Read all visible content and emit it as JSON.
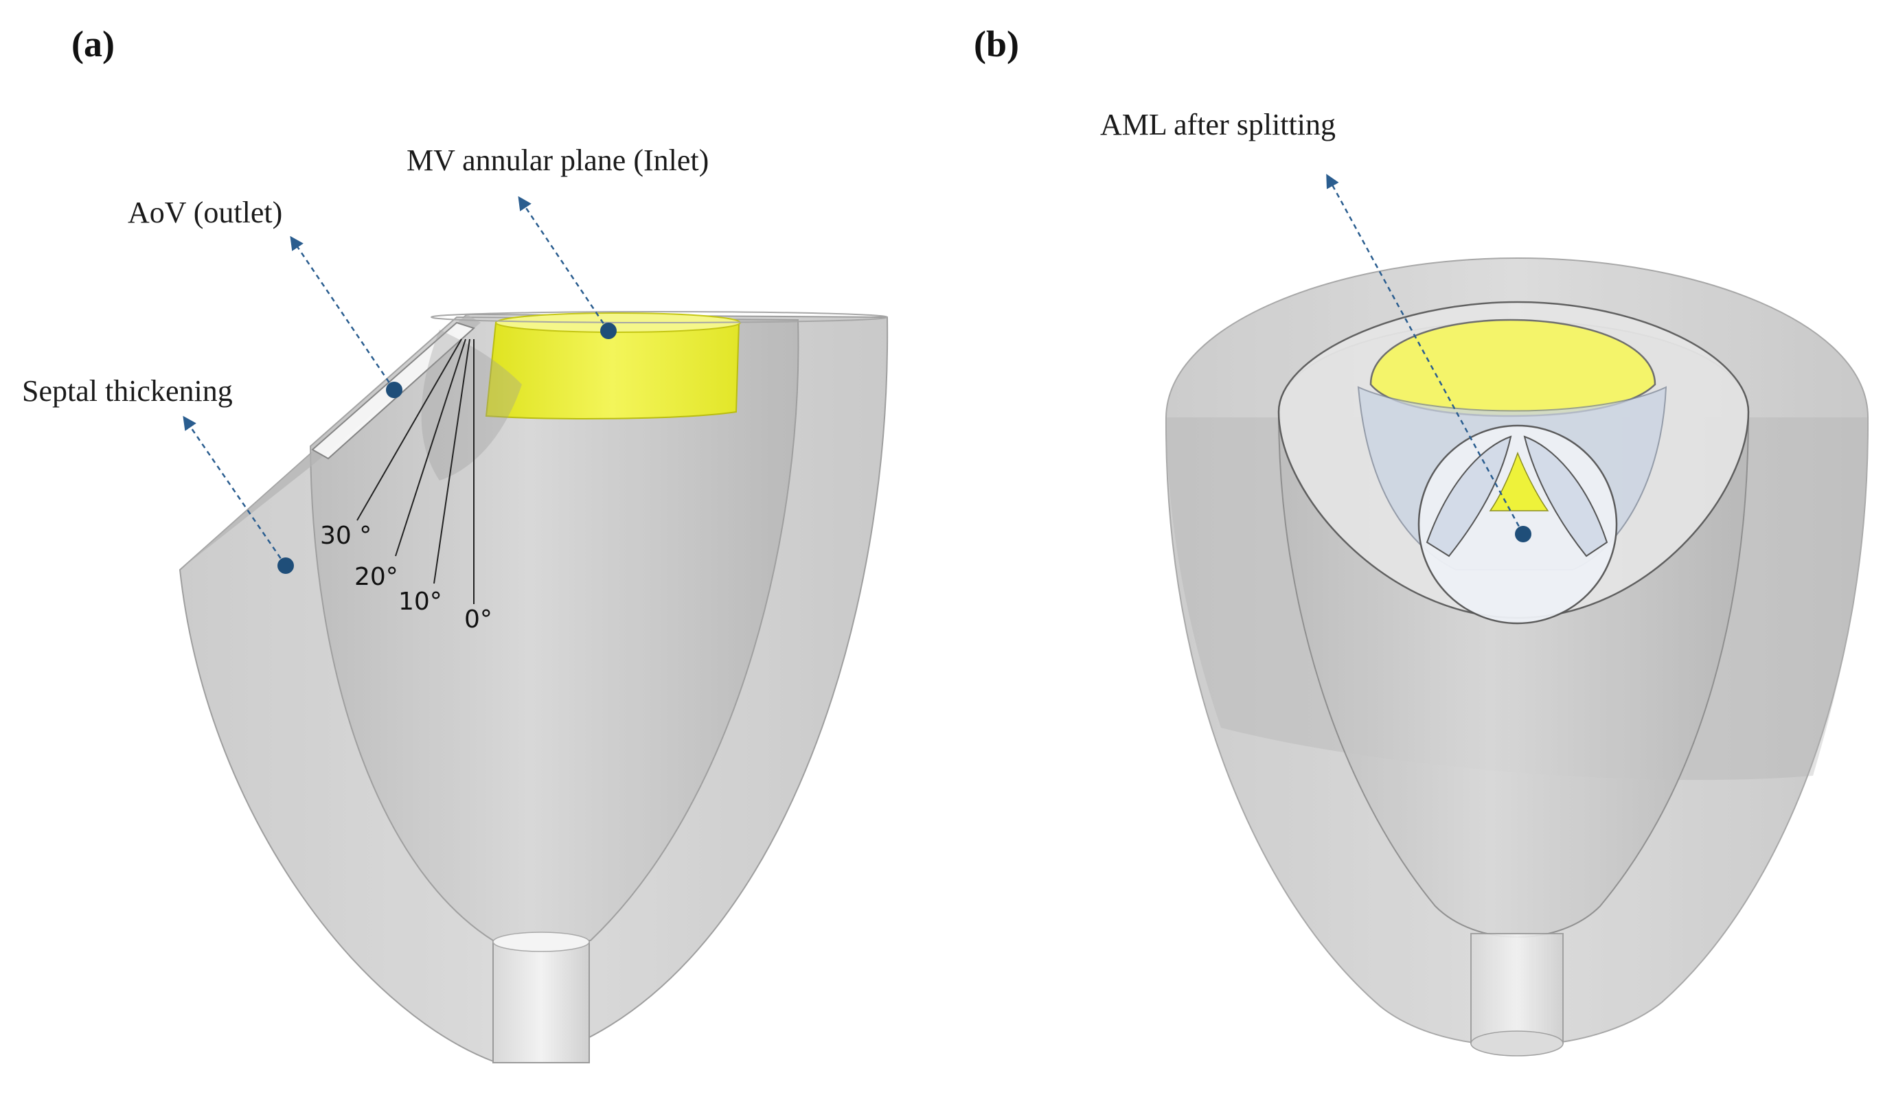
{
  "panels": {
    "a": {
      "tag_open": "(",
      "tag": "a",
      "tag_close": ")",
      "labels": {
        "mv_inlet": "MV annular plane (Inlet)",
        "aov_outlet": "AoV (outlet)",
        "septal": "Septal thickening"
      },
      "angles": [
        "30 °",
        "20°",
        "10°",
        "0°"
      ]
    },
    "b": {
      "tag_open": "(",
      "tag": "b",
      "tag_close": ")",
      "labels": {
        "aml": "AML after splitting"
      }
    }
  },
  "colors": {
    "tissue": "#c9c9c9",
    "inlet_yellow": "#eef23a",
    "marker": "#1f4e79",
    "arrow": "#2a5d8f"
  }
}
